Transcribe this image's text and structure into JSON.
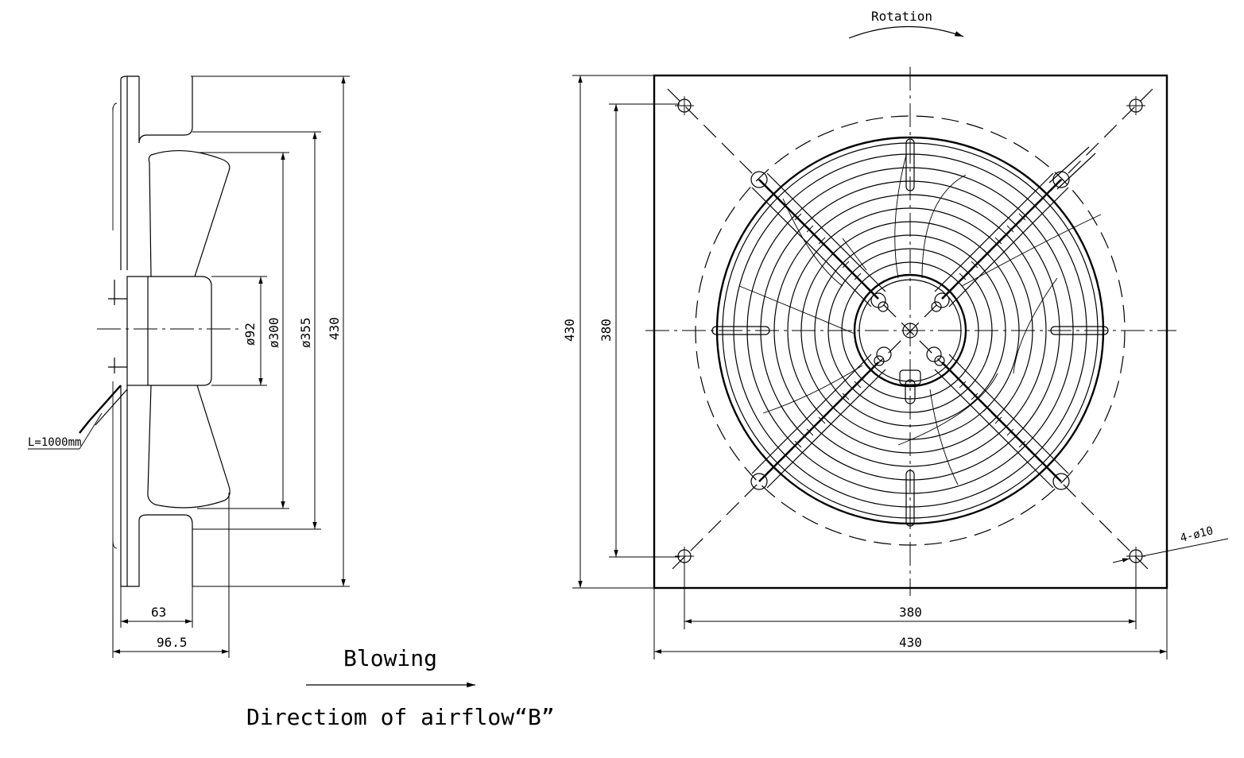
{
  "side_view": {
    "cable_label": "L=1000mm",
    "dim_63": "63",
    "dim_96_5": "96.5",
    "dim_d92": "ø92",
    "dim_d300": "ø300",
    "dim_d355": "ø355",
    "dim_430": "430"
  },
  "front_view": {
    "rotation_label": "Rotation",
    "dim_430_v": "430",
    "dim_380_v": "380",
    "dim_380_h": "380",
    "dim_430_h": "430",
    "holes_label": "4-ø10"
  },
  "captions": {
    "blowing": "Blowing",
    "direction": "Directiom of airflow“B”"
  }
}
